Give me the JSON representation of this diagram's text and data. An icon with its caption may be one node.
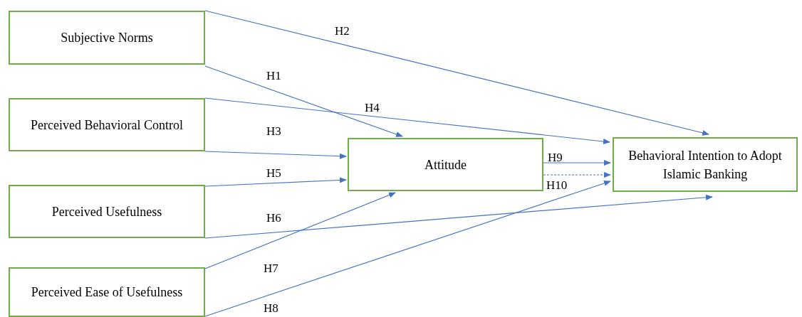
{
  "diagram": {
    "nodes": [
      {
        "text": [
          "Subjective Norms"
        ]
      },
      {
        "text": [
          "Perceived Behavioral Control"
        ]
      },
      {
        "text": [
          "Perceived Usefulness"
        ]
      },
      {
        "text": [
          "Perceived Ease of Usefulness"
        ]
      },
      {
        "text": [
          "Attitude"
        ]
      },
      {
        "text": [
          "Behavioral Intention to Adopt Islamic Banking"
        ]
      }
    ],
    "edges": [
      {
        "from": 0,
        "to": 4,
        "arrow": "to",
        "label": "H1"
      },
      {
        "from": 0,
        "to": 5,
        "arrow": "to",
        "label": "H2"
      },
      {
        "from": 1,
        "to": 4,
        "arrow": "to",
        "label": "H3"
      },
      {
        "from": 1,
        "to": 5,
        "arrow": "to",
        "label": "H4"
      },
      {
        "from": 2,
        "to": 4,
        "arrow": "to",
        "label": "H5"
      },
      {
        "from": 2,
        "to": 5,
        "arrow": "to",
        "label": "H6"
      },
      {
        "from": 3,
        "to": 4,
        "arrow": "to",
        "label": "H7"
      },
      {
        "from": 3,
        "to": 5,
        "arrow": "to",
        "label": "H8"
      },
      {
        "from": 4,
        "to": 5,
        "arrow": "to",
        "label": "H9"
      },
      {
        "from": 4,
        "to": 5,
        "arrow": "to",
        "label": "H10",
        "style": "dashed"
      }
    ]
  }
}
